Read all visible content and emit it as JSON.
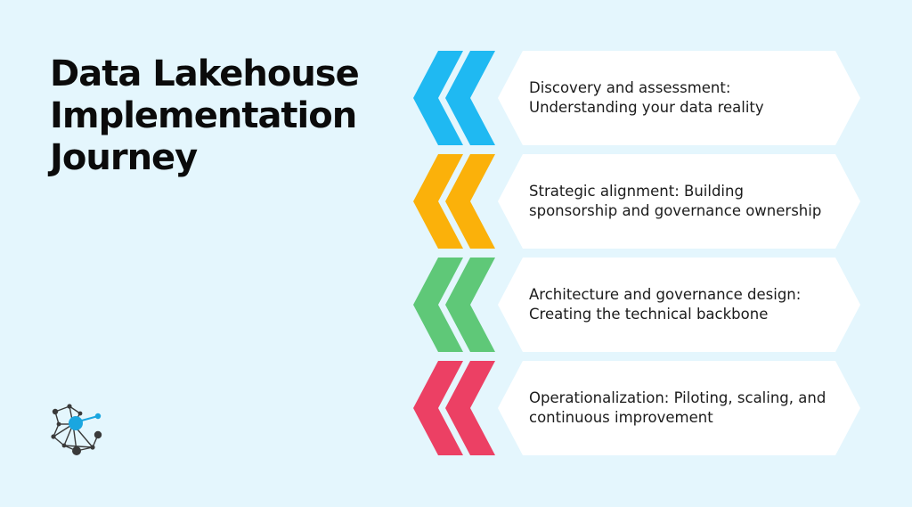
{
  "title": "Data Lakehouse Implementation Journey",
  "steps": [
    {
      "text": "Discovery and assessment: Understanding your data reality",
      "color": "#1fb9f2"
    },
    {
      "text": "Strategic alignment: Building sponsorship and governance ownership",
      "color": "#fbb10a"
    },
    {
      "text": "Architecture and governance design: Creating the technical backbone",
      "color": "#5fc878"
    },
    {
      "text": "Operationalization: Piloting, scaling, and continuous improvement",
      "color": "#ec4064"
    }
  ],
  "logo": {
    "icon": "network-nodes-logo-icon",
    "accent_color": "#1aa6e0"
  }
}
